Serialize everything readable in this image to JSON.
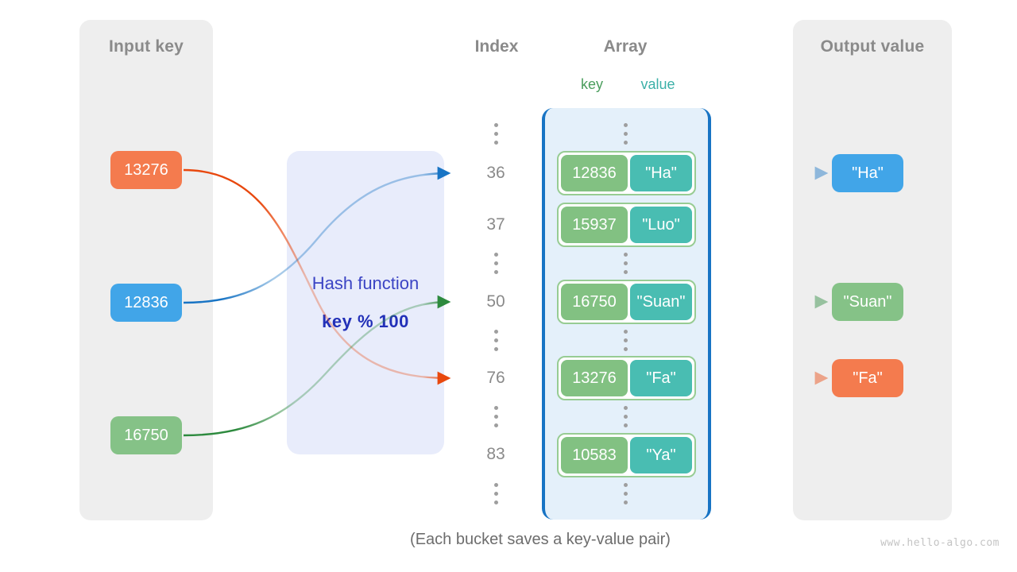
{
  "panels": {
    "input": {
      "title": "Input key"
    },
    "output": {
      "title": "Output value"
    }
  },
  "headings": {
    "index": "Index",
    "array": "Array",
    "key": "key",
    "value": "value"
  },
  "hash_function": {
    "label": "Hash function",
    "formula": "key % 100"
  },
  "input_keys": [
    {
      "text": "13276",
      "color": "#f47b4e"
    },
    {
      "text": "12836",
      "color": "#41a5e8"
    },
    {
      "text": "16750",
      "color": "#85c287"
    }
  ],
  "output_values": [
    {
      "text": "\"Ha\"",
      "color": "#41a5e8"
    },
    {
      "text": "\"Suan\"",
      "color": "#85c287"
    },
    {
      "text": "\"Fa\"",
      "color": "#f47b4e"
    }
  ],
  "indices": [
    "36",
    "37",
    "50",
    "76",
    "83"
  ],
  "buckets": [
    {
      "key": "12836",
      "value": "\"Ha\""
    },
    {
      "key": "15937",
      "value": "\"Luo\""
    },
    {
      "key": "16750",
      "value": "\"Suan\""
    },
    {
      "key": "13276",
      "value": "\"Fa\""
    },
    {
      "key": "10583",
      "value": "\"Ya\""
    }
  ],
  "mappings": [
    {
      "key": "13276",
      "index": "76",
      "value": "\"Fa\"",
      "color": "#e8480e"
    },
    {
      "key": "12836",
      "index": "36",
      "value": "\"Ha\"",
      "color": "#1874c4"
    },
    {
      "key": "16750",
      "index": "50",
      "value": "\"Suan\"",
      "color": "#2d8a3e"
    }
  ],
  "caption": "(Each bucket saves a key-value pair)",
  "watermark": "www.hello-algo.com",
  "colors": {
    "panel_bg": "#eeeeee",
    "hash_bg": "#e8ecfb",
    "array_bg": "#e4f0fa",
    "array_border": "#1874c4",
    "bucket_border": "#97cc93",
    "cell_key": "#82c182",
    "cell_value": "#49bdb2",
    "title_text": "#8a8a8a",
    "hash_text": "#3b44c4"
  }
}
